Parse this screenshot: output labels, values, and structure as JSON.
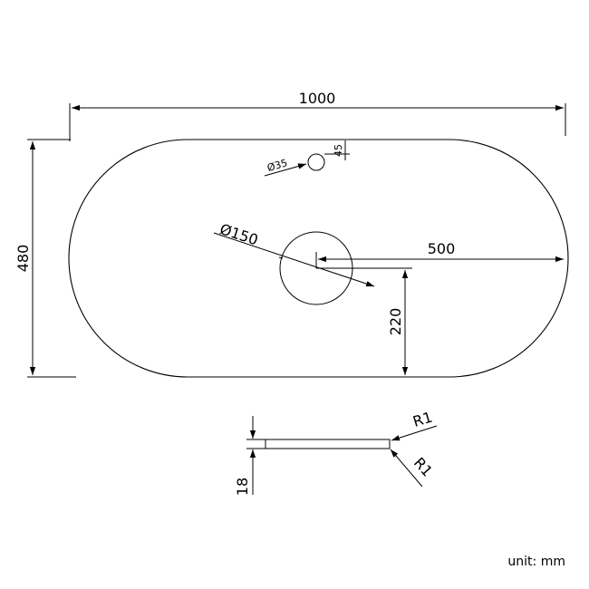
{
  "dimensions": {
    "width": "1000",
    "height": "480",
    "hole_offset_top": "45",
    "small_hole_diameter": "Ø35",
    "large_hole_diameter": "Ø150",
    "center_offset_x": "500",
    "center_offset_y": "220",
    "thickness": "18",
    "radius_top": "R1",
    "radius_bottom": "R1"
  },
  "unit_label": "unit: mm",
  "colors": {
    "stroke": "#000000",
    "background": "#ffffff"
  }
}
